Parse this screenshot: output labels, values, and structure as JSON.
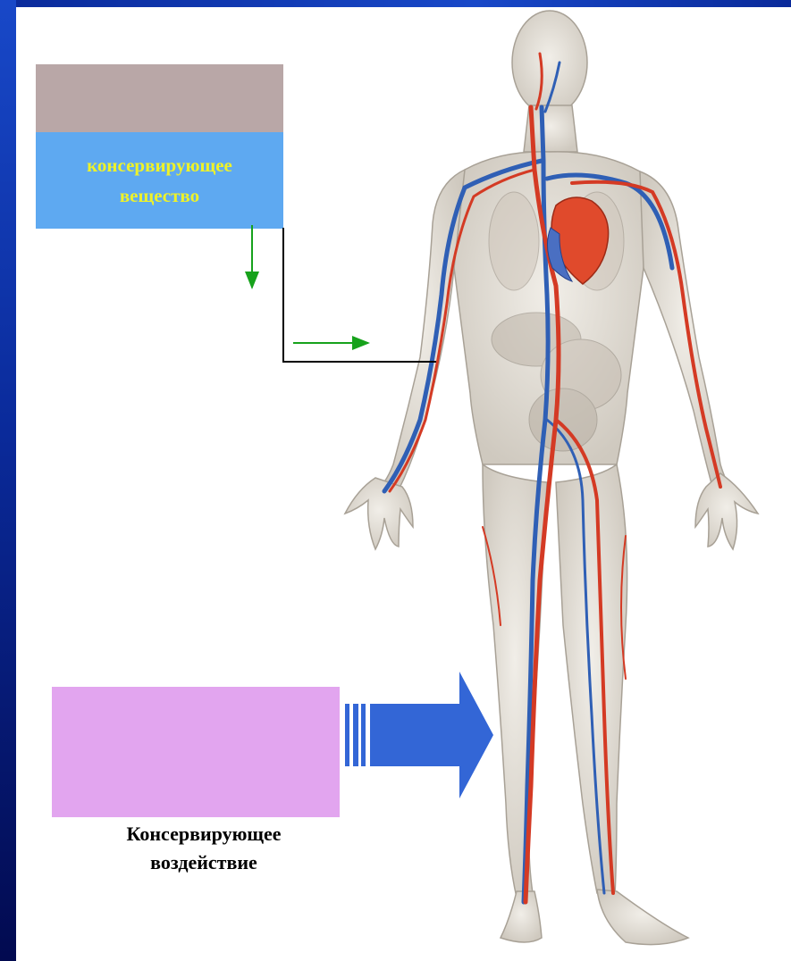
{
  "preservative_box": {
    "line1": "консервирующее",
    "line2": "вещество"
  },
  "preservation_caption": {
    "line1": "Консервирующее",
    "line2": "воздействие"
  },
  "colors": {
    "side_band": "#0a2a9a",
    "gray_box": "#b9a7a7",
    "blue_box": "#5ea9f1",
    "blue_box_text": "#eef229",
    "pink_box": "#e2a5ef",
    "big_arrow": "#3366d6",
    "green_arrow": "#17a21c",
    "artery": "#d43a24",
    "vein": "#2f5fb5",
    "skin": "#e6e1d8"
  },
  "icons": {
    "figure": "human-circulatory-system-illustration",
    "big_arrow": "striped-block-arrow-right",
    "injection_line": "elbow-connector-line",
    "flow_arrows": "green-arrow"
  }
}
